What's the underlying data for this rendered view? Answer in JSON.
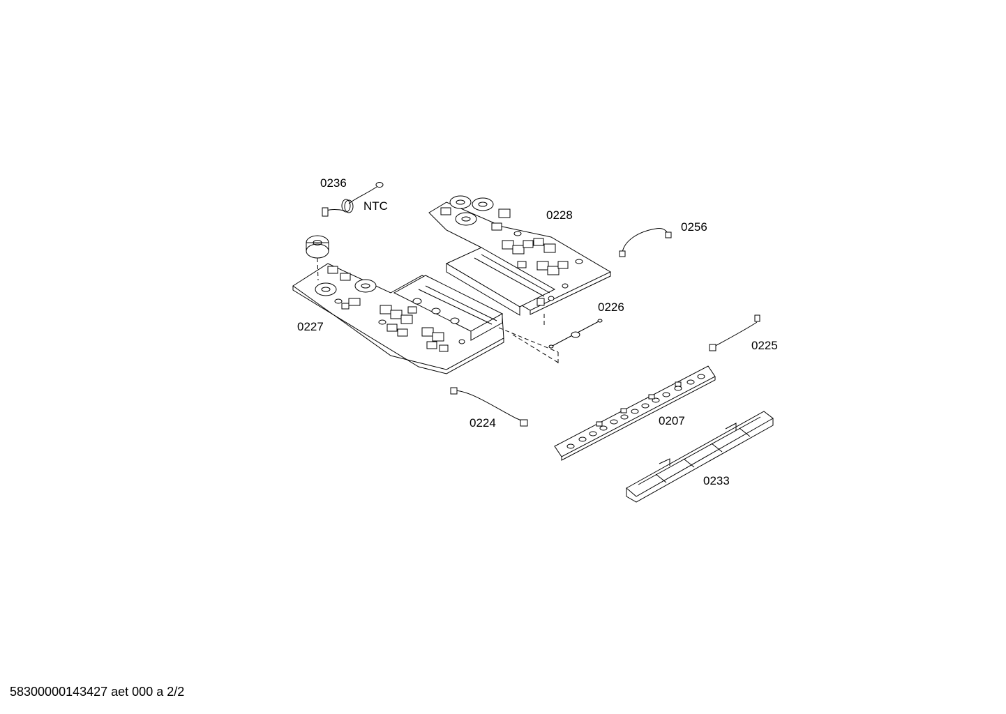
{
  "labels": {
    "p0236": "0236",
    "ntc": "NTC",
    "p0228": "0228",
    "p0256": "0256",
    "p0227": "0227",
    "p0226": "0226",
    "p0225": "0225",
    "p0224": "0224",
    "p0207": "0207",
    "p0233": "0233"
  },
  "footer": {
    "doc_id": "58300000143427 aet 000 a 2/2"
  }
}
